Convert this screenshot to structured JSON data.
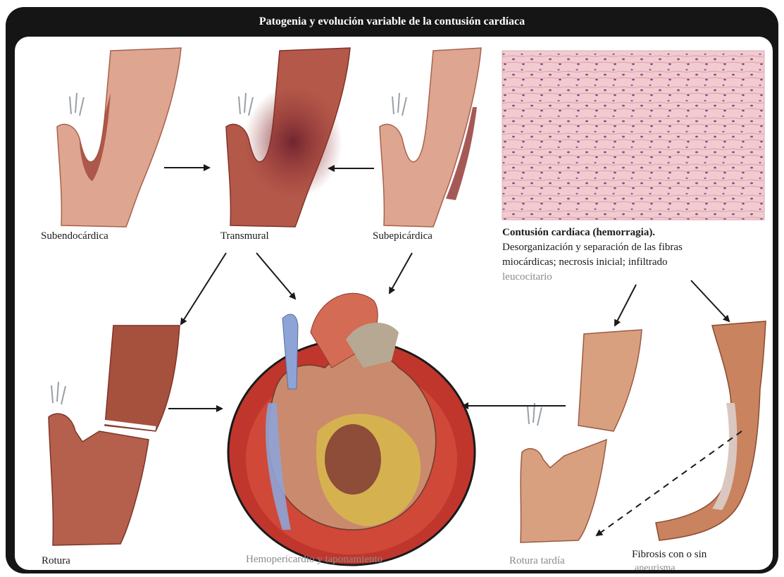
{
  "title": "Patogenia y evolución variable de la contusión cardíaca",
  "labels": {
    "subendocardica": "Subendocárdica",
    "transmural": "Transmural",
    "subepicardica": "Subepicárdica",
    "rotura": "Rotura",
    "hemopericardio": "Hemopericardio y taponamiento",
    "rotura_tardia": "Rotura tardía",
    "fibrosis_line1": "Fibrosis con o sin",
    "fibrosis_line2": "aneurisma"
  },
  "histology_caption": {
    "heading": "Contusión cardíaca (hemorragia).",
    "line1": "Desorganización y separación de las fibras",
    "line2": "miocárdicas; necrosis inicial; infiltrado",
    "line3": "leucocitario"
  },
  "colors": {
    "frame": "#151515",
    "muscle": "#d79a7f",
    "hemorrhage": "#8e2f2c",
    "pericardium": "#c0362c",
    "tissue_stain": "#efc3c8"
  }
}
